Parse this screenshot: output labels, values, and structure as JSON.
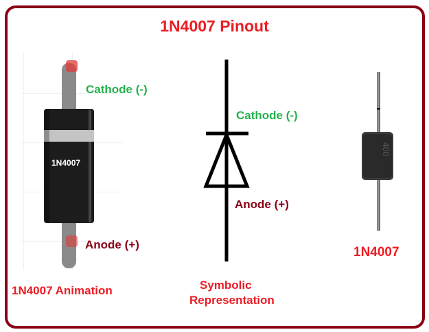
{
  "title": "1N4007 Pinout",
  "animation": {
    "body_text": "1N4007",
    "cathode_label": "Cathode (-)",
    "anode_label": "Anode (+)",
    "caption": "1N4007 Animation"
  },
  "symbol": {
    "cathode_label": "Cathode (-)",
    "anode_label": "Anode (+)",
    "caption_line1": "Symbolic",
    "caption_line2": "Representation"
  },
  "photo": {
    "caption": "1N4007"
  },
  "colors": {
    "border": "#8a0016",
    "title": "#ec1c24",
    "cathode": "#22b14c",
    "anode": "#880015"
  }
}
